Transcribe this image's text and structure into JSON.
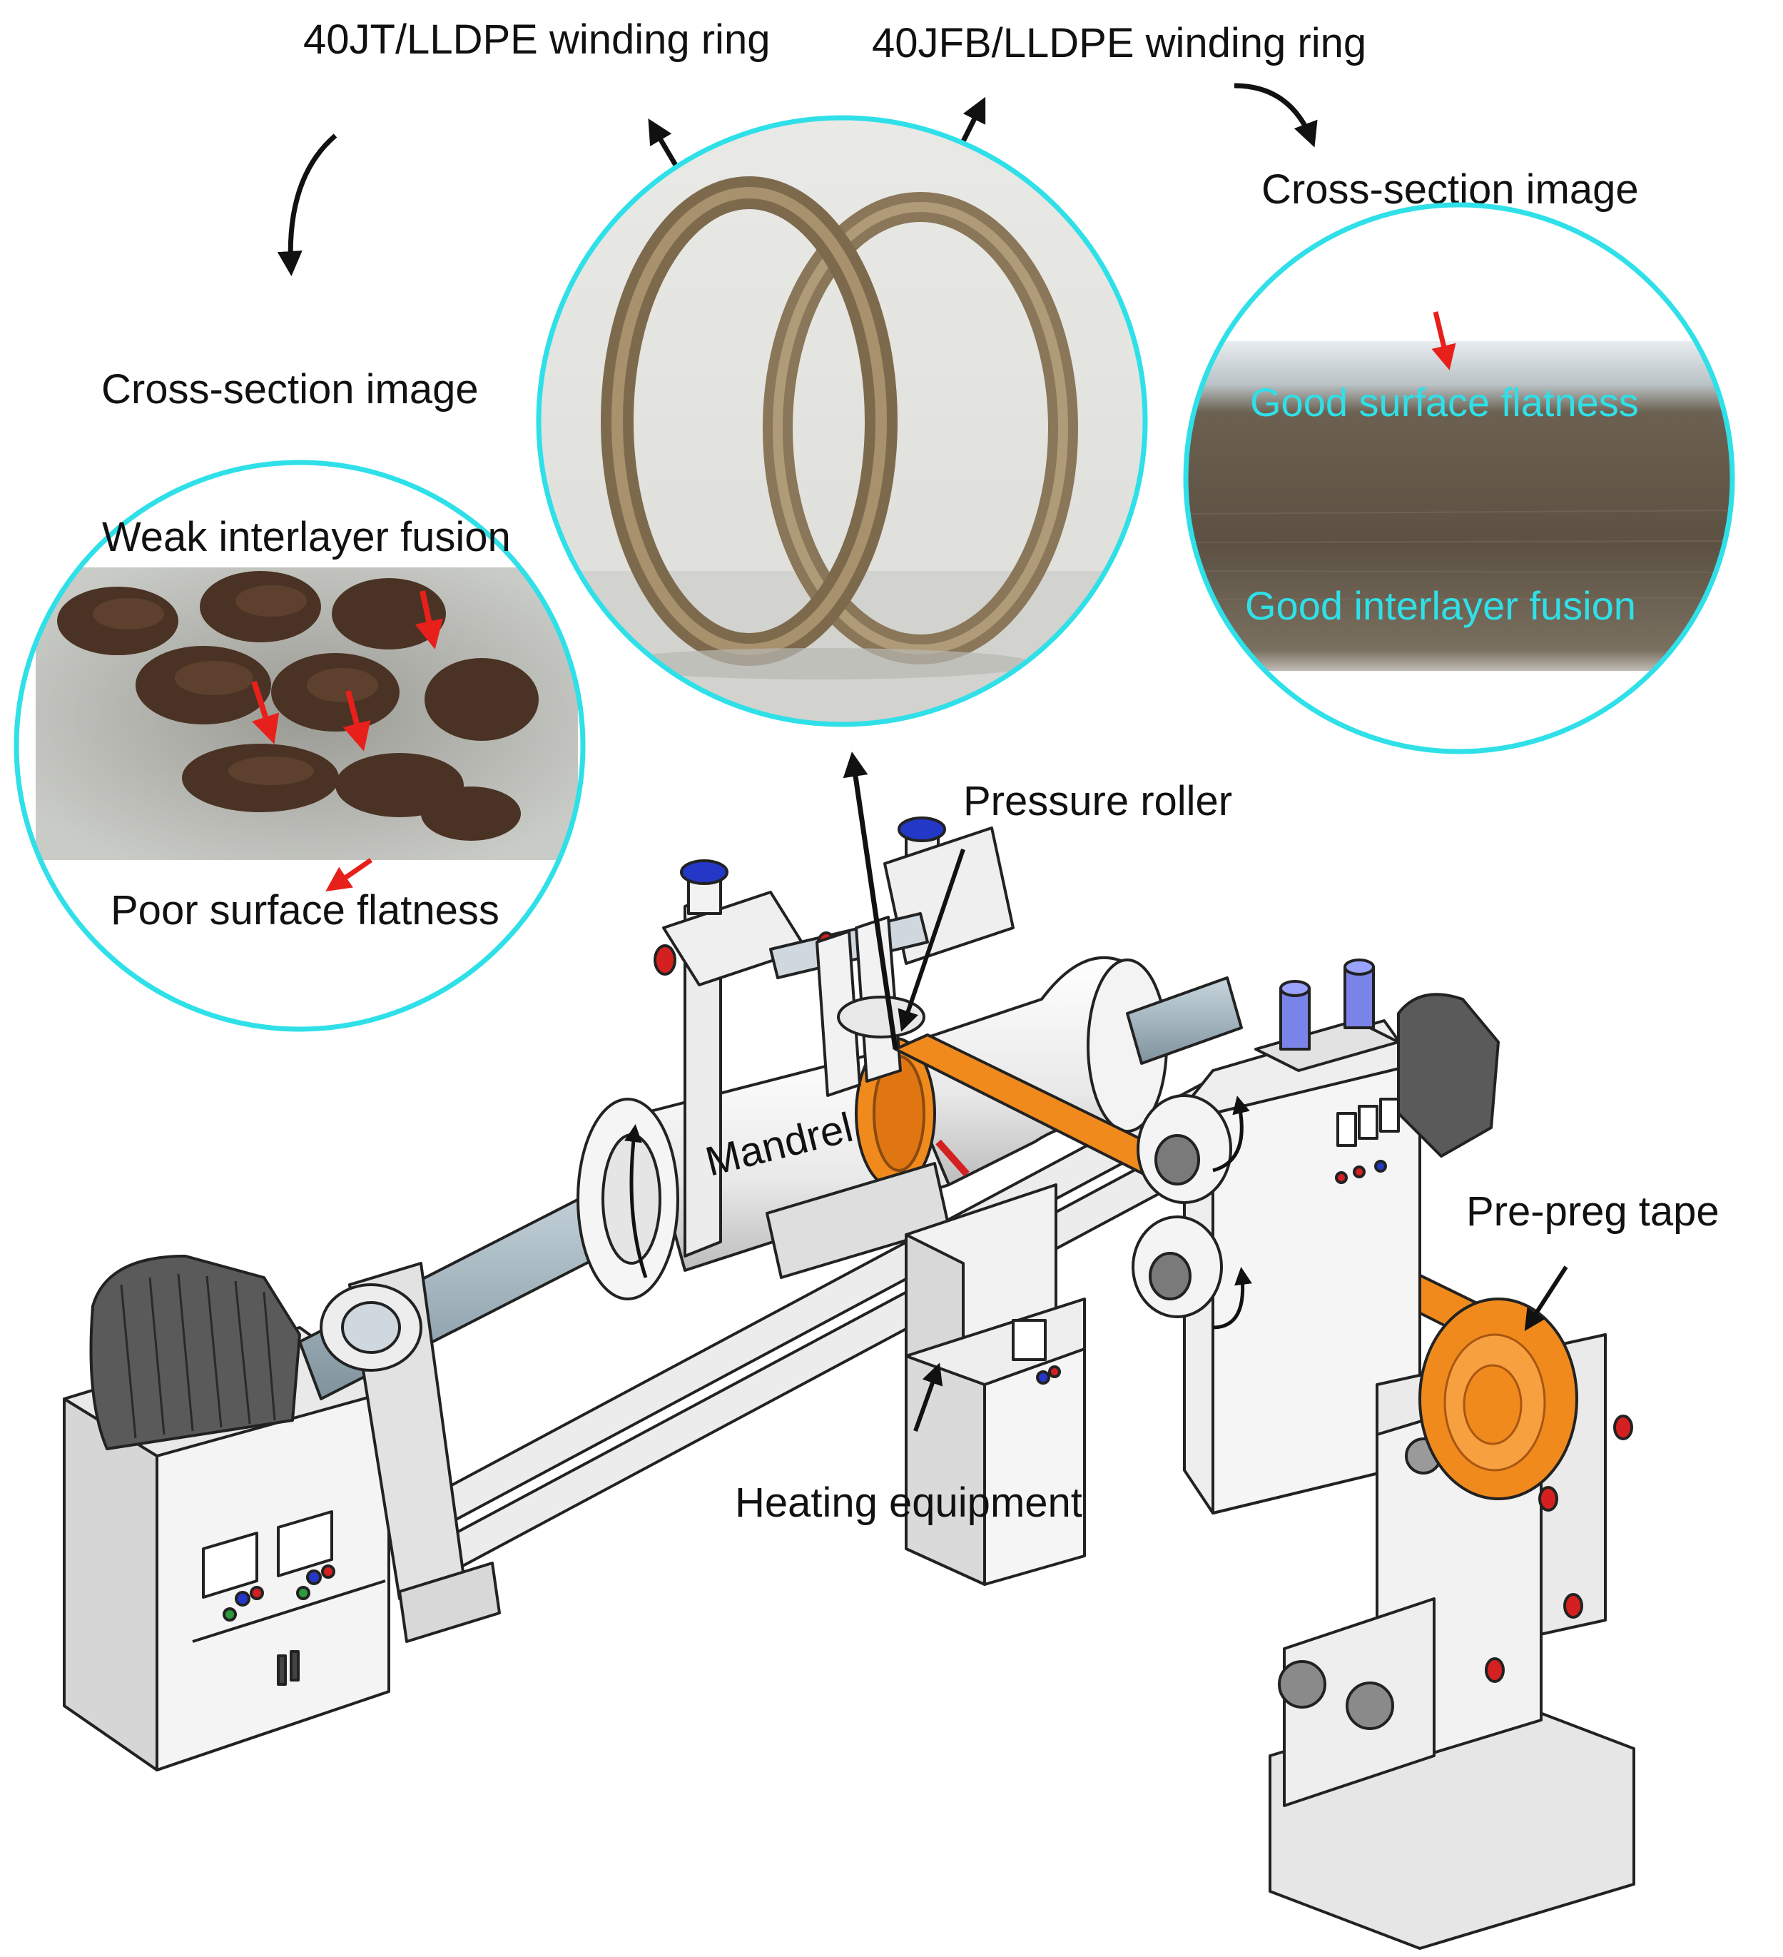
{
  "labels": {
    "ring_40jt": "40JT/LLDPE winding ring",
    "ring_40jfb": "40JFB/LLDPE winding ring",
    "cross_section_left": "Cross-section image",
    "cross_section_right": "Cross-section image",
    "weak_fusion": "Weak interlayer fusion",
    "poor_flatness": "Poor surface flatness",
    "good_flatness": "Good surface flatness",
    "good_fusion": "Good interlayer fusion",
    "pressure_roller": "Pressure roller",
    "mandrel": "Mandrel",
    "pre_preg_tape": "Pre-preg tape",
    "heating_equipment": "Heating equipment"
  },
  "colors": {
    "circle_outline": "#2fe0e8",
    "annotation_arrow": "#e8201c",
    "tape": "#f08a1c",
    "machine_body": "#e6e6e6",
    "knob_blue": "#2438c8",
    "knob_red": "#d42020",
    "shaft": "#9fb4bf"
  }
}
